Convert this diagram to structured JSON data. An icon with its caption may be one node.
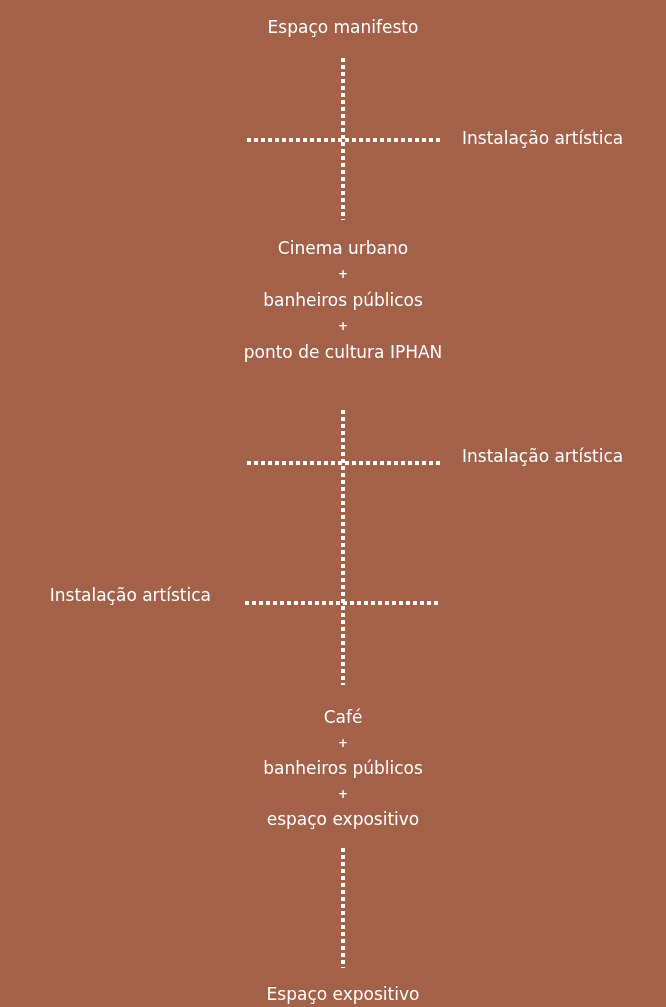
{
  "diagram": {
    "nodes": [
      {
        "text": [
          "Espaço manifesto"
        ]
      },
      {
        "text": [
          "Instalação artística"
        ]
      },
      {
        "text": [
          "Cinema urbano",
          "+",
          "banheiros públicos",
          "+",
          "ponto de cultura IPHAN"
        ]
      },
      {
        "text": [
          "Instalação artística"
        ]
      },
      {
        "text": [
          "Instalação artística"
        ]
      },
      {
        "text": [
          "Café",
          "+",
          "banheiros públicos",
          "+",
          "espaço expositivo"
        ]
      },
      {
        "text": [
          "Espaço expositivo"
        ]
      }
    ],
    "edges": [
      {
        "from": 0,
        "to": 2,
        "arrow": "none"
      },
      {
        "from": 1,
        "to": null,
        "arrow": "none"
      },
      {
        "from": 2,
        "to": 5,
        "arrow": "none"
      },
      {
        "from": 3,
        "to": null,
        "arrow": "none"
      },
      {
        "from": 4,
        "to": null,
        "arrow": "none"
      },
      {
        "from": 5,
        "to": 6,
        "arrow": "none"
      }
    ]
  }
}
